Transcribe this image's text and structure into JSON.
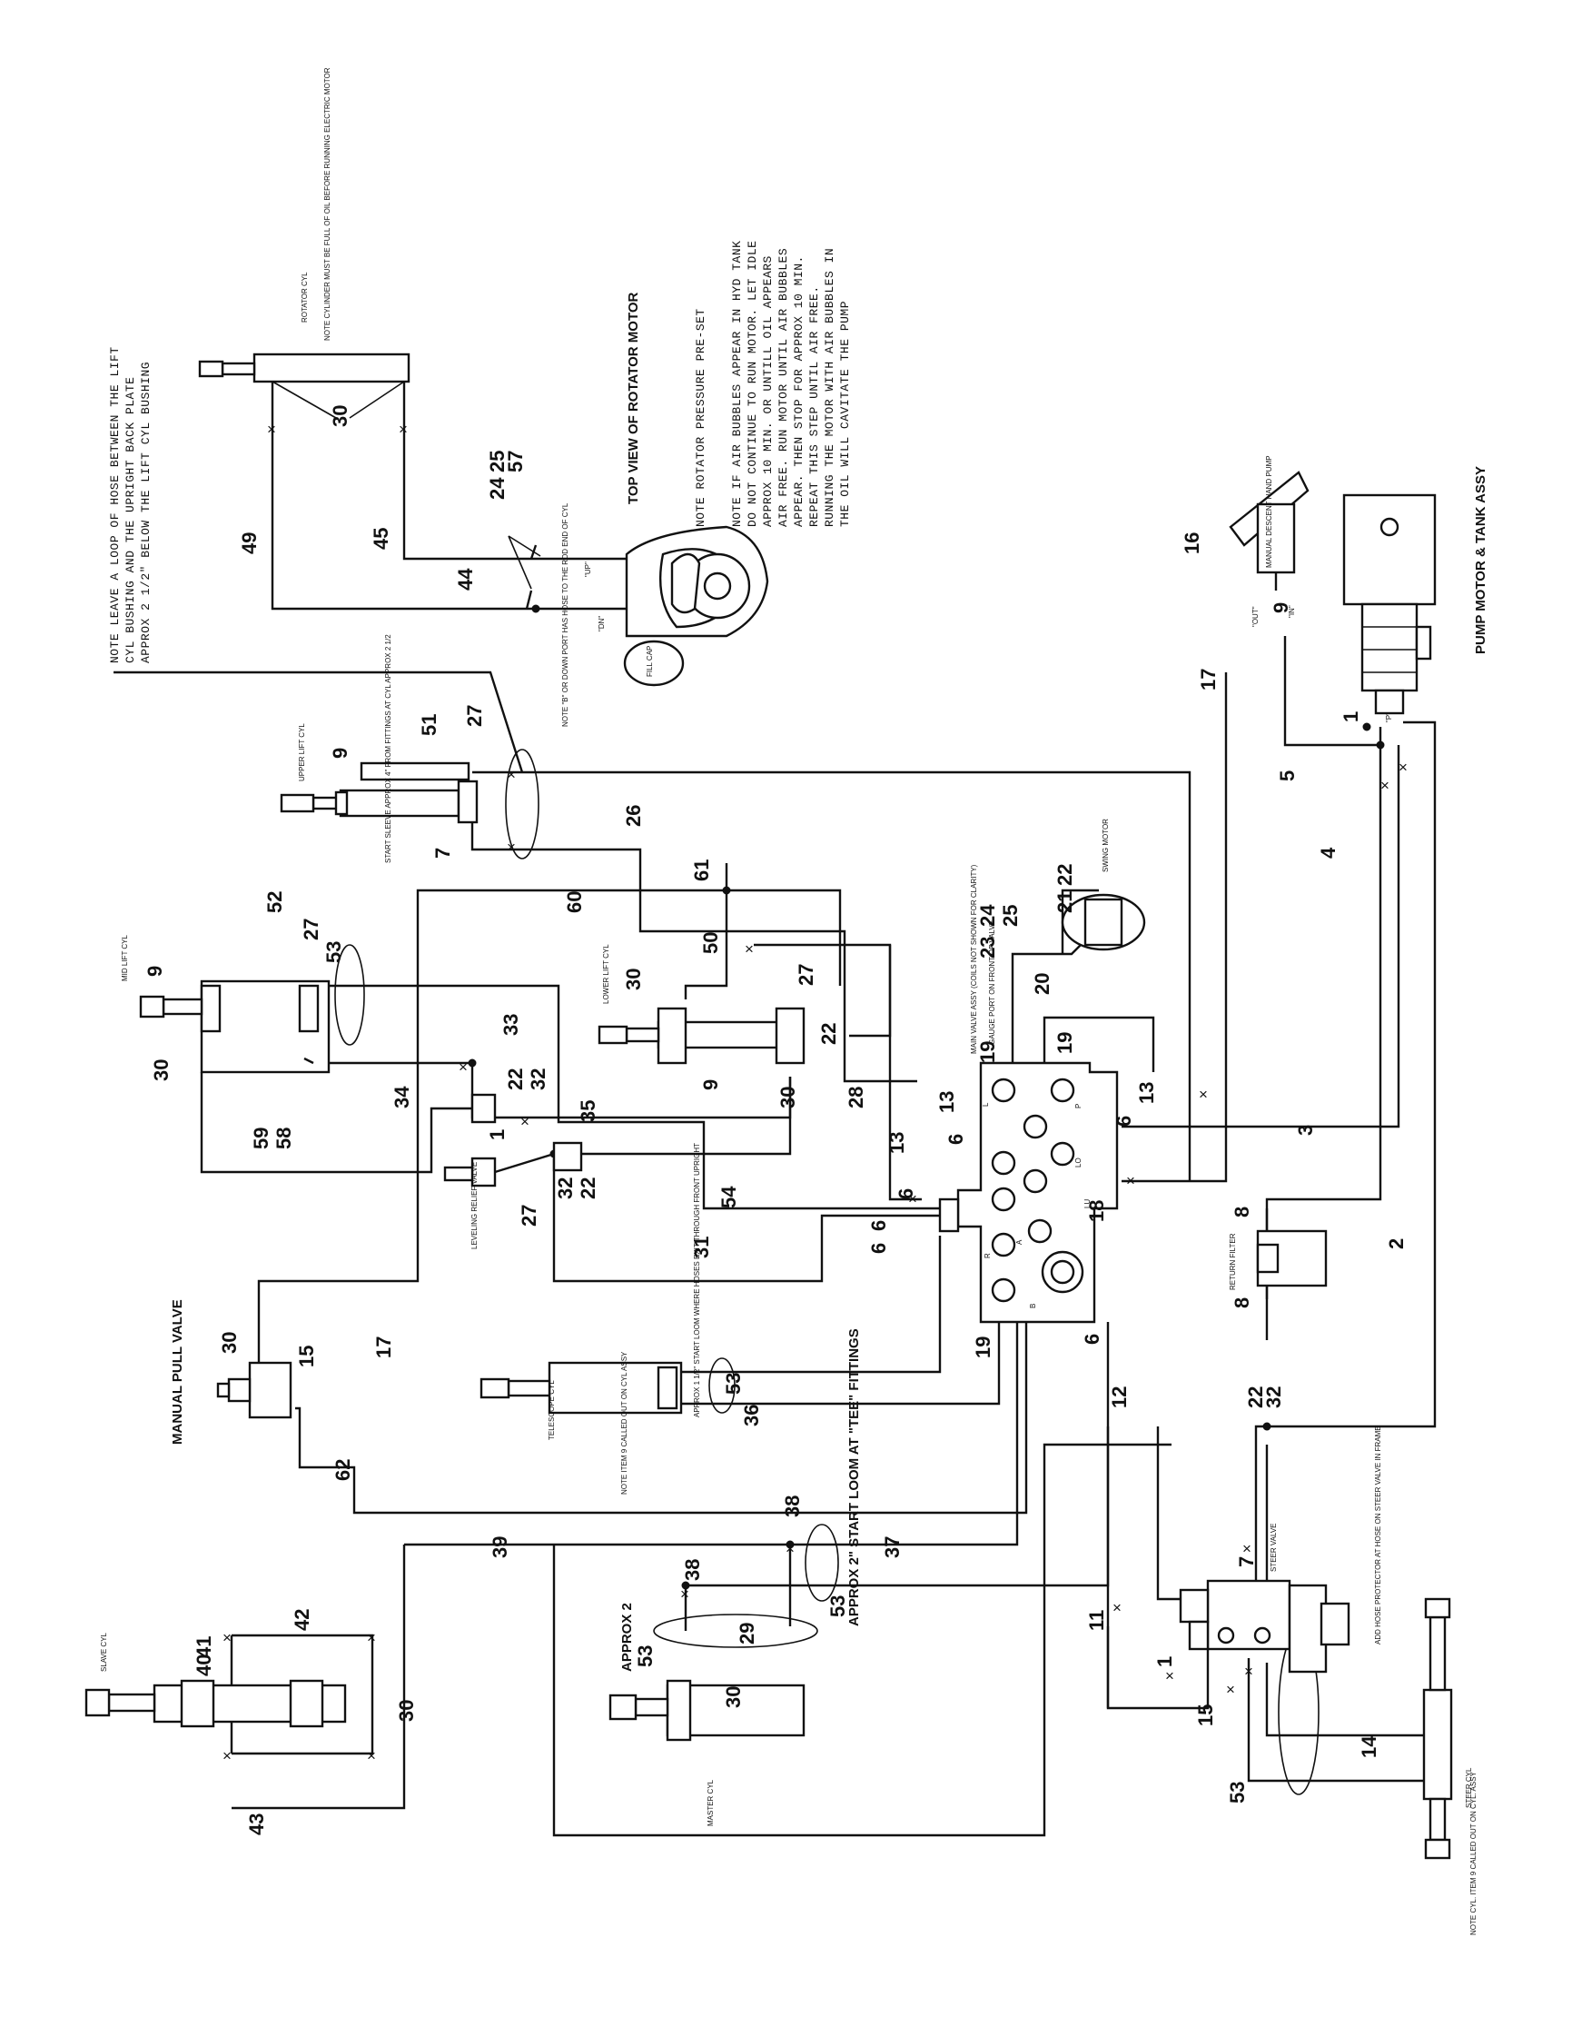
{
  "components": {
    "rotator_cyl": "ROTATOR CYL",
    "rotator_cyl_note": "NOTE  CYLINDER MUST BE FULL OF OIL BEFORE RUNNING ELECTRIC MOTOR",
    "rotator_motor": "TOP VIEW OF ROTATOR MOTOR",
    "fill_cap": "FILL CAP",
    "rotator_port_note": "NOTE \"B\" OR DOWN PORT HAS HOSE TO THE ROD END OF CYL",
    "port_up": "\"UP\"",
    "port_dn": "\"DN\"",
    "upper_lift_cyl": "UPPER LIFT CYL",
    "mid_lift_cyl": "MID LIFT CYL",
    "lower_lift_cyl": "LOWER LIFT CYL",
    "swing_motor": "SWING MOTOR",
    "main_valve": "MAIN VALVE ASSY (COILS NOT SHOWN FOR CLARITY)",
    "gauge_port": "GAUGE PORT ON FRONT OF VALVE",
    "leveling_relief": "LEVELING RELIEF VALVE",
    "manual_pull_valve": "MANUAL PULL VALVE",
    "telescope_cyl": "TELESCOPE CYL",
    "return_filter": "RETURN FILTER",
    "steer_valve": "STEER VALVE",
    "steer_cyl": "STEER CYL",
    "slave_cyl": "SLAVE CYL",
    "master_cyl": "MASTER CYL",
    "pump_tank": "PUMP MOTOR & TANK ASSY",
    "hand_pump": "MANUAL DESCENT HAND PUMP",
    "port_out": "\"OUT\"",
    "port_in": "\"IN\"",
    "port_p": "\"P\""
  },
  "notes": {
    "hose_loop": [
      "NOTE  LEAVE A LOOP OF HOSE BETWEEN THE LIFT",
      "CYL BUSHING AND THE UPRIGHT BACK PLATE",
      "APPROX 2 1/2\" BELOW THE LIFT CYL BUSHING"
    ],
    "pressure": "NOTE  ROTATOR PRESSURE PRE-SET",
    "air": [
      "NOTE  IF AIR BUBBLES APPEAR IN HYD TANK",
      "DO NOT CONTINUE TO RUN MOTOR. LET IDLE",
      "APPROX 10 MIN. OR UNTILL OIL APPEARS",
      "AIR FREE. RUN MOTOR UNTIL AIR BUBBLES",
      "APPEAR. THEN STOP FOR APPROX 10 MIN.",
      "REPEAT THIS STEP UNTIL AIR FREE.",
      "RUNNING THE MOTOR WITH AIR BUBBLES IN",
      "THE OIL WILL CAVITATE THE PUMP"
    ],
    "sleeve": "START SLEEVE APPROX 4\" FROM FITTINGS AT CYL APPROX 2 1/2",
    "tele_loom": "APPROX 1 1/2\" START LOOM WHERE HOSES EXIT THROUGH FRONT UPRIGHT",
    "tee": "APPROX 2\" START LOOM AT \"TEE\" FITTINGS",
    "approx2": "APPROX 2",
    "tele_note": "NOTE  ITEM 9 CALLED OUT ON CYL ASSY",
    "steer_note": "NOTE  CYL. ITEM 9 CALLED OUT ON CYL. ASSY",
    "steer_valve_note": "ADD HOSE PROTECTOR AT HOSE ON STEER VALVE IN FRAME"
  },
  "callouts": {
    "n49": "49",
    "n45": "45",
    "n44": "44",
    "n24a": "24",
    "n25a": "25",
    "n57": "57",
    "n30a": "30",
    "n16": "16",
    "n9a": "9",
    "n17a": "17",
    "n1a": "1",
    "n5": "5",
    "n4": "4",
    "n51": "51",
    "n27a": "27",
    "n9b": "9",
    "n7a": "7",
    "n26": "26",
    "n22a": "22",
    "n21": "21",
    "n23": "23",
    "n24b": "24",
    "n25b": "25",
    "n20": "20",
    "n19a": "19",
    "n52": "52",
    "n27b": "27",
    "n53a": "53",
    "n9c": "9",
    "n30b": "30",
    "n33": "33",
    "n60": "60",
    "n61": "61",
    "n50": "50",
    "n30c": "30",
    "n27c": "27",
    "n22b": "22",
    "n34": "34",
    "n22c": "22",
    "n32a": "32",
    "n35": "35",
    "n9d": "9",
    "n30d": "30",
    "n59": "59",
    "n58": "58",
    "n1b": "1",
    "n28": "28",
    "n13a": "13",
    "n19b": "19",
    "n13b": "13",
    "n6a": "6",
    "n6b": "6",
    "n54": "54",
    "n32b": "32",
    "n22d": "22",
    "n27d": "27",
    "n6c": "6",
    "n3": "3",
    "n13c": "13",
    "n6d": "6",
    "n18": "18",
    "n31": "31",
    "n8a": "8",
    "n2": "2",
    "n6e": "6",
    "n19c": "19",
    "n6f": "6",
    "n8b": "8",
    "n30e": "30",
    "n15a": "15",
    "n17b": "17",
    "n53b": "53",
    "n36": "36",
    "n12": "12",
    "n22e": "22",
    "n32c": "32",
    "n62": "62",
    "n38a": "38",
    "n39": "39",
    "n37": "37",
    "n38b": "38",
    "n53c": "53",
    "n29": "29",
    "n7b": "7",
    "n11": "11",
    "n1c": "1",
    "n15b": "15",
    "n14": "14",
    "n53d": "53",
    "n42": "42",
    "n41": "41",
    "n40": "40",
    "n30f": "30",
    "n30g": "30",
    "n43": "43",
    "n53e": "53"
  },
  "valve_ports": {
    "l": "L",
    "p": "P",
    "lo": "LO",
    "lu": "LU",
    "r": "R",
    "b": "B",
    "a": "A"
  }
}
